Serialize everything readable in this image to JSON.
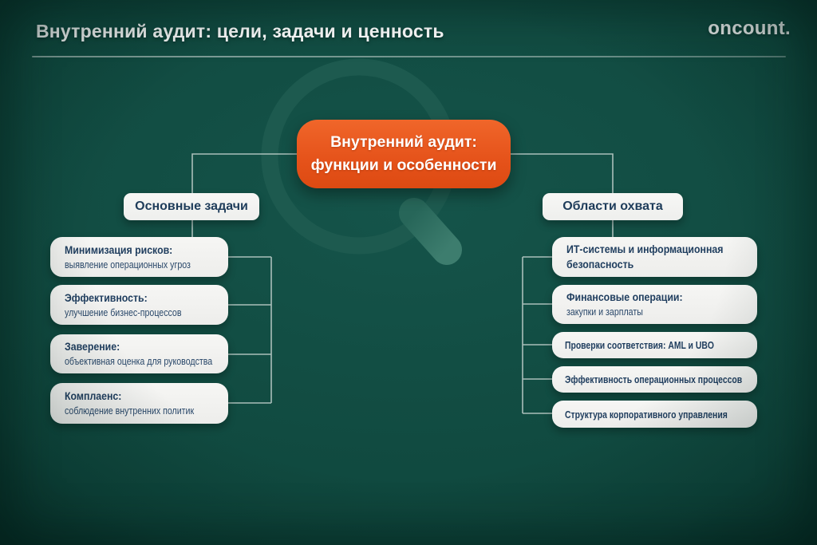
{
  "page": {
    "title": "Внутренний аудит: цели, задачи и ценность",
    "brand": "oncount."
  },
  "root_node": {
    "line1": "Внутренний аудит:",
    "line2": "функции и особенности"
  },
  "left_branch": {
    "header": "Основные задачи",
    "items": [
      {
        "title": "Минимизация рисков:",
        "subtitle": "выявление операционных угроз"
      },
      {
        "title": "Эффективность:",
        "subtitle": "улучшение бизнес-процессов"
      },
      {
        "title": "Заверение:",
        "subtitle": "объективная оценка для руководства"
      },
      {
        "title": "Комплаенс:",
        "subtitle": "соблюдение внутренних политик"
      }
    ]
  },
  "right_branch": {
    "header": "Области охвата",
    "items": [
      {
        "title": "ИТ-системы и информационная",
        "subtitle": "безопасность",
        "subtitle_bold": true
      },
      {
        "title": "Финансовые операции:",
        "subtitle": "закупки и зарплаты"
      },
      {
        "title": "Проверки соответствия: AML и UBO"
      },
      {
        "title": "Эффективность операционных процессов"
      },
      {
        "title": "Структура корпоративного управления"
      }
    ]
  },
  "colors": {
    "background": "#0e4a40",
    "accent_orange": "#e5521b",
    "card_background": "#f2f3f1",
    "card_text": "#1f3d5e",
    "connector_line": "#ccd8d4",
    "title_text": "#ffffff",
    "watermark": "#2d6e61"
  }
}
